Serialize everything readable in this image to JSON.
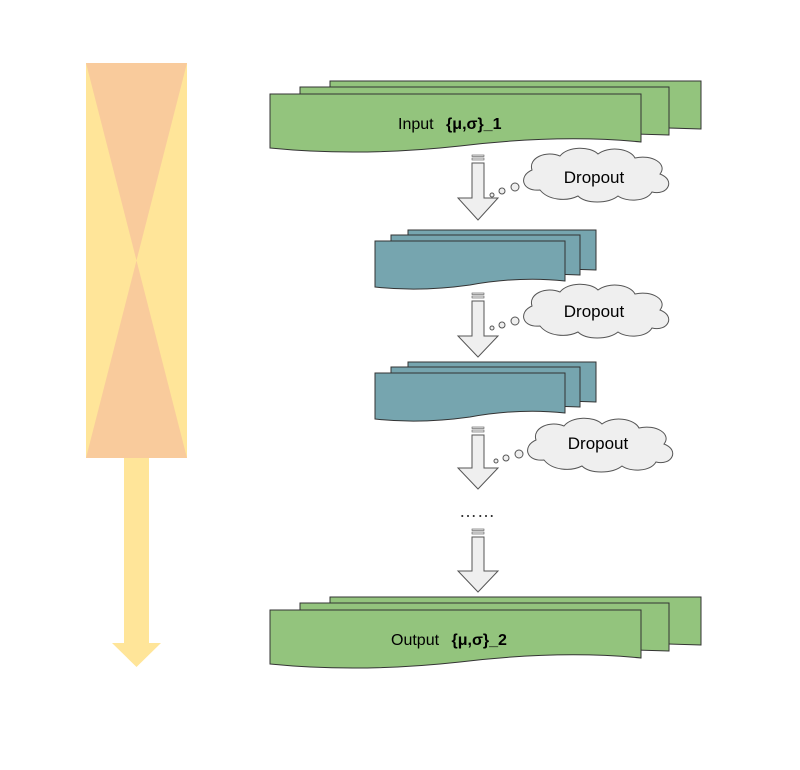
{
  "input_block": {
    "label": "Input",
    "param": "{μ,σ}_1"
  },
  "output_block": {
    "label": "Output",
    "param": "{μ,σ}_2"
  },
  "dropouts": [
    "Dropout",
    "Dropout",
    "Dropout"
  ],
  "ellipsis": "……",
  "colors": {
    "green_block": "#93c47d",
    "teal_block": "#76a5af",
    "hourglass_outer": "#ffe599",
    "hourglass_inner": "#f9cb9c",
    "arrow_fill": "#efefef",
    "cloud_fill": "#efefef"
  }
}
